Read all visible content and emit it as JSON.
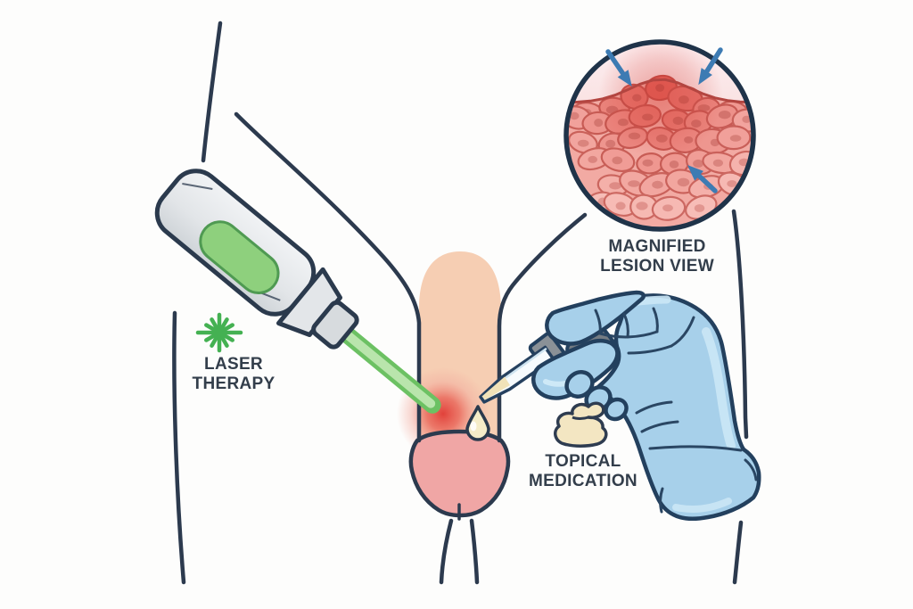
{
  "title": "Genital lesion treatment medical illustration",
  "labels": {
    "laser": {
      "line1": "LASER",
      "line2": "THERAPY"
    },
    "topical": {
      "line1": "TOPICAL",
      "line2": "MEDICATION"
    },
    "magnified": {
      "line1": "MAGNIFIED",
      "line2": "LESION VIEW"
    }
  },
  "icons": [
    "laser-starburst-icon",
    "ointment-dollop-icon",
    "lesion-arrow-icon",
    "magnified-lesion-inset"
  ],
  "colors": {
    "text": "#333e4b",
    "outline": "#2c3a4e",
    "skin": "#f6ceb3",
    "glans_pink": "#f0a6a5",
    "lesion_red": "#e03a34",
    "beam_green": "#6cc163",
    "beam_core": "#b9e5ac",
    "laser_green": "#44b152",
    "button_green": "#8ed07d",
    "device_gray_light": "#f1f3f5",
    "device_gray_dark": "#cfd4d8",
    "glove_blue": "#a7d0ea",
    "glove_highlight": "#cbe7f6",
    "glove_outline": "#23405e",
    "dropper_gray": "#757c83",
    "collar_gray": "#8a9197",
    "cream": "#f3e6c2",
    "arrow_blue": "#3d7bb3",
    "circle_bg_top": "#fdeef0",
    "circle_bg_bottom": "#f6d7d6",
    "tissue_base": "#f2aaa3",
    "cell_outer": "#f7bdb7",
    "cell_inner": "#e25d55",
    "cell_stroke_outer": "#cd6a63",
    "cell_stroke_inner": "#bf4640",
    "nucleus_outer": "#e29690",
    "nucleus_inner": "#c24b44",
    "mound_line": "#b34540"
  }
}
